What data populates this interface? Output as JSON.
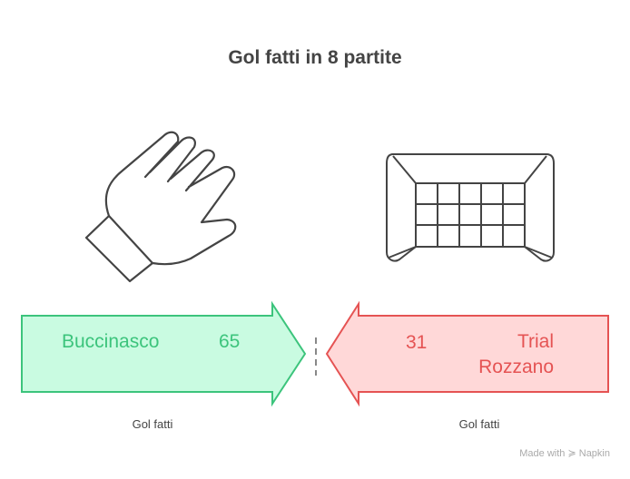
{
  "title": "Gol fatti in 8 partite",
  "left": {
    "team": "Buccinasco",
    "value": "65",
    "caption": "Gol fatti",
    "icon": "glove-icon",
    "fill": "#c9fbe1",
    "stroke": "#3cc47c"
  },
  "right": {
    "team_line1": "Trial",
    "team_line2": "Rozzano",
    "value": "31",
    "caption": "Gol fatti",
    "icon": "goal-icon",
    "fill": "#ffd8d8",
    "stroke": "#e55353"
  },
  "branding": {
    "text": "Made with",
    "name": "Napkin"
  }
}
